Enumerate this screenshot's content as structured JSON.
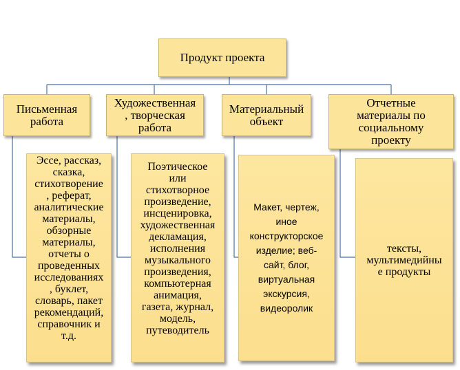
{
  "root": {
    "label": "Продукт проекта"
  },
  "categories": [
    {
      "label": "Письменная\nработа"
    },
    {
      "label": "Художественная\n, творческая\nработа"
    },
    {
      "label": "Материальный\nобъект"
    },
    {
      "label": "Отчетные\nматериалы по\nсоциальному\nпроекту"
    }
  ],
  "details": [
    {
      "label": "Эссе, рассказ,\nсказка,\nстихотворение\n, реферат,\nаналитические\nматериалы,\nобзорные\nматериалы,\nотчеты о\nпроведенных\nисследованиях\n, буклет,\nсловарь, пакет\nрекомендаций,\nсправочник и\nт.д."
    },
    {
      "label": "Поэтическое\nили\nстихотворное\nпроизведение,\nинсценировка,\nхудожественная\nдекламация,\nисполнения\nмузыкального\nпроизведения,\nкомпьютерная\nанимация,\nгазета, журнал,\nмодель,\nпутеводитель"
    },
    {
      "label": "Макет, чертеж,\nиное\nконструкторское\nизделие; веб-\nсайт, блог,\nвиртуальная\nэкскурсия,\nвидеоролик"
    },
    {
      "label": "тексты,\nмультимедийны\nе продукты"
    }
  ],
  "colors": {
    "box_fill": "#fde49b",
    "connector": "#4a6fa5"
  }
}
